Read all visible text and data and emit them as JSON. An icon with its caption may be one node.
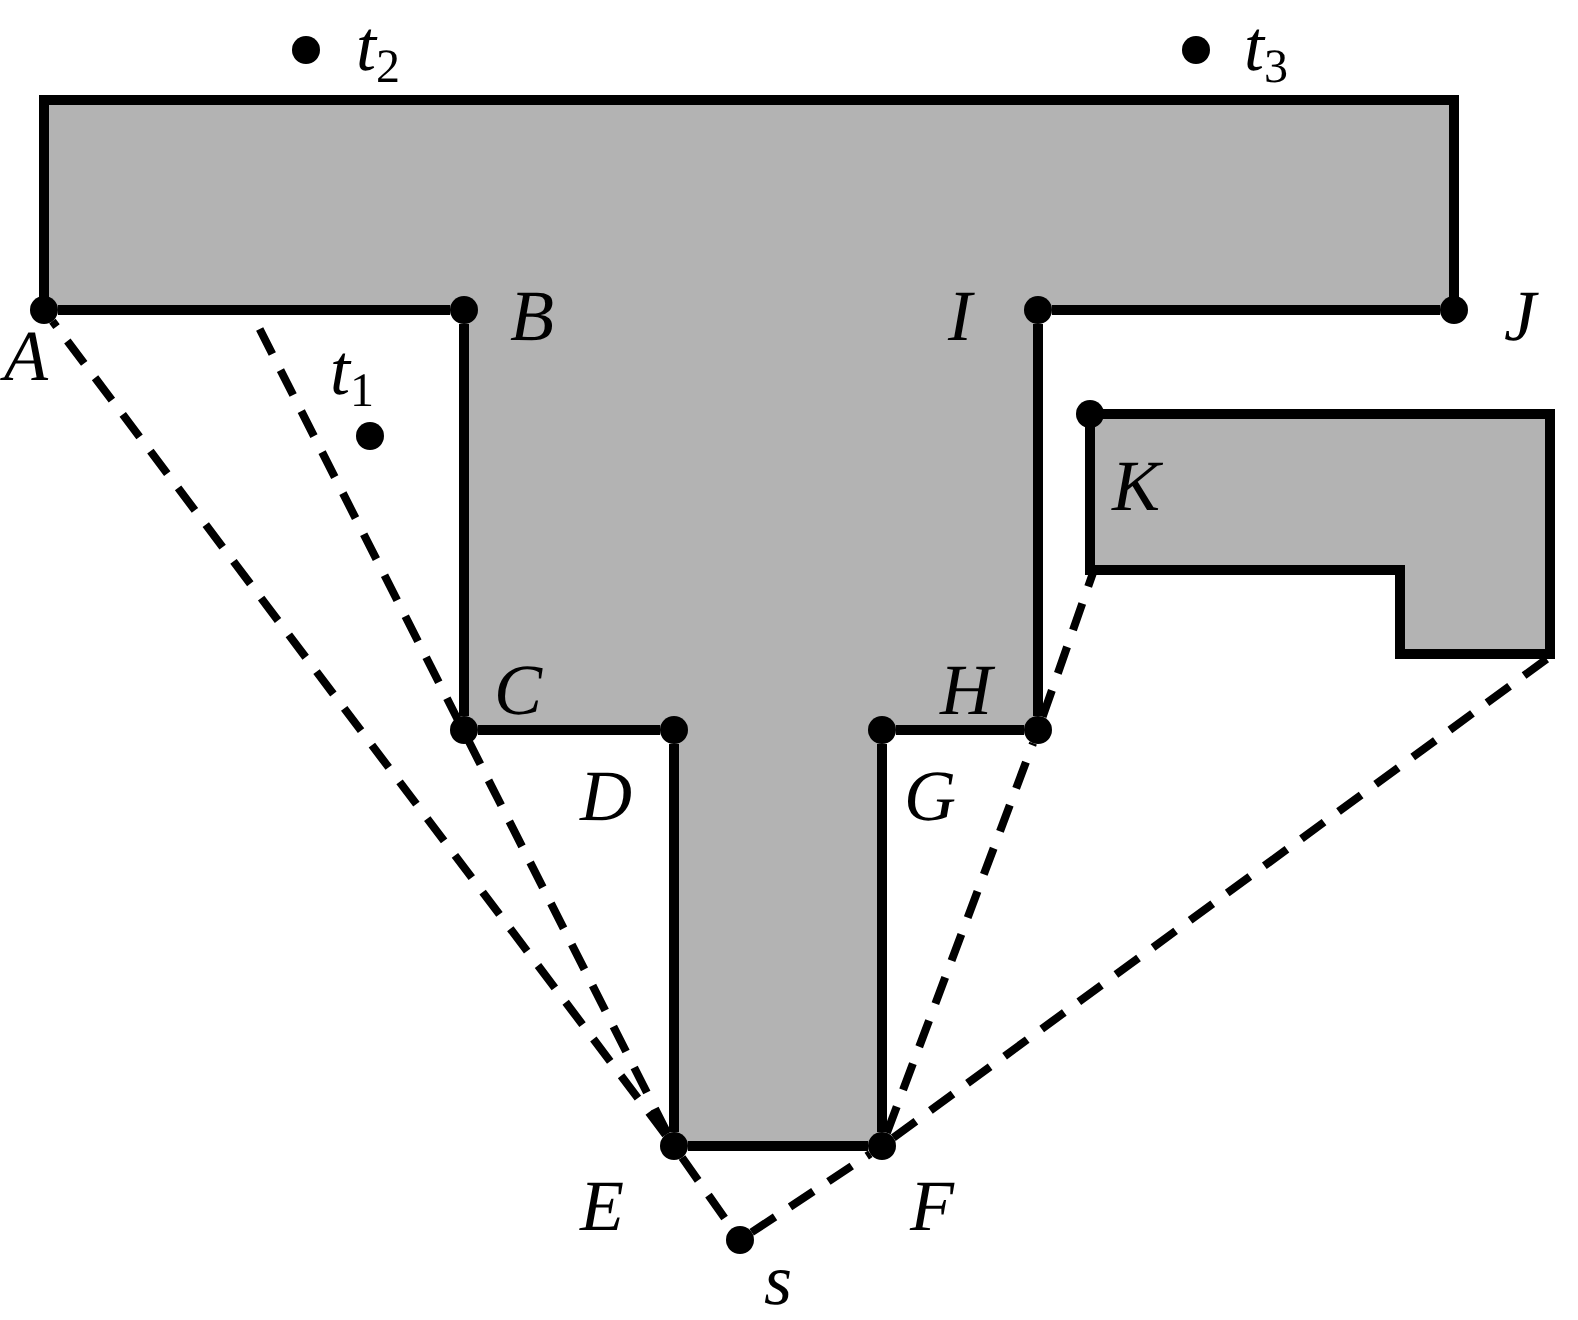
{
  "diagram": {
    "nodes": [
      {
        "text": [
          "A"
        ]
      },
      {
        "text": [
          "B"
        ]
      },
      {
        "text": [
          "C"
        ]
      },
      {
        "text": [
          "D"
        ]
      },
      {
        "text": [
          "E"
        ]
      },
      {
        "text": [
          "F"
        ]
      },
      {
        "text": [
          "G"
        ]
      },
      {
        "text": [
          "H"
        ]
      },
      {
        "text": [
          "I"
        ]
      },
      {
        "text": [
          "J"
        ]
      },
      {
        "text": [
          "K"
        ]
      },
      {
        "text": [
          "s"
        ]
      },
      {
        "text": [
          "t$_{1}$"
        ]
      },
      {
        "text": [
          "t$_{2}$"
        ]
      },
      {
        "text": [
          "t$_{3}$"
        ]
      },
      {
        "text": [],
        "shape": "polygon"
      }
    ],
    "edges": [
      {
        "from": 0,
        "to": 1,
        "arrow": "none"
      },
      {
        "from": 1,
        "to": 2,
        "arrow": "none"
      },
      {
        "from": 2,
        "to": 3,
        "arrow": "none"
      },
      {
        "from": 3,
        "to": 4,
        "arrow": "none"
      },
      {
        "from": 4,
        "to": 5,
        "arrow": "none"
      },
      {
        "from": 5,
        "to": 6,
        "arrow": "none"
      },
      {
        "from": 6,
        "to": 7,
        "arrow": "none"
      },
      {
        "from": 7,
        "to": 8,
        "arrow": "none"
      },
      {
        "from": 8,
        "to": 9,
        "arrow": "none"
      },
      {
        "from": 4,
        "to": 0,
        "arrow": "none",
        "style": "dashed"
      },
      {
        "from": 4,
        "to": null,
        "arrow": "none",
        "style": "dashed"
      },
      {
        "from": 4,
        "to": 11,
        "arrow": "none",
        "style": "dashed"
      },
      {
        "from": 11,
        "to": 5,
        "arrow": "none",
        "style": "dashed"
      },
      {
        "from": 5,
        "to": 7,
        "arrow": "none",
        "style": "dashed"
      },
      {
        "from": 5,
        "to": 15,
        "arrow": "none",
        "style": "dashed"
      },
      {
        "from": 7,
        "to": 15,
        "arrow": "none",
        "style": "dashed"
      }
    ]
  }
}
